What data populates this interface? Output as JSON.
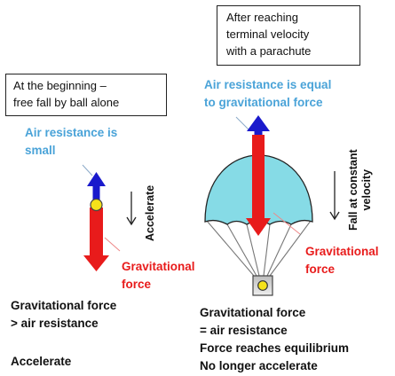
{
  "left_box": {
    "line1": "At the beginning –",
    "line2": "free fall by ball alone"
  },
  "right_box": {
    "line1": "After reaching",
    "line2": "terminal velocity",
    "line3": "with a parachute"
  },
  "left": {
    "air_resistance_line1": "Air resistance is",
    "air_resistance_line2": "small",
    "accelerate_vertical": "Accelerate",
    "gravity_line1": "Gravitational",
    "gravity_line2": "force",
    "summary_line1": "Gravitational force",
    "summary_line2": "> air resistance",
    "summary_result": "Accelerate"
  },
  "right": {
    "air_resistance_line1": "Air resistance is equal",
    "air_resistance_line2": "to gravitational force",
    "fall_line1": "Fall at constant",
    "fall_line2": "velocity",
    "gravity_line1": "Gravitational",
    "gravity_line2": "force",
    "summary_line1": "Gravitational force",
    "summary_line2": "= air resistance",
    "summary_line3": "Force reaches equilibrium",
    "summary_line4": "No longer accelerate"
  },
  "colors": {
    "up_arrow": "#1a1acc",
    "down_arrow": "#e81b1b",
    "ball": "#f5e21a",
    "canopy": "#86dbe6",
    "blue_text": "#4aa3d8",
    "red_text": "#e81b1b"
  }
}
